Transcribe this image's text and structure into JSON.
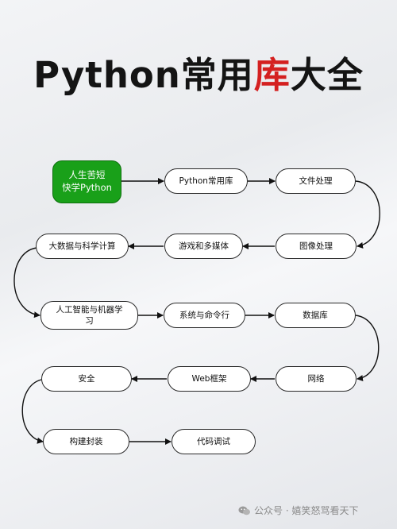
{
  "title": {
    "part1": "Python常用",
    "highlight": "库",
    "part2": "大全"
  },
  "nodes": {
    "start": "人生苦短\n快学Python",
    "python_libs": "Python常用库",
    "file_processing": "文件处理",
    "image_processing": "图像处理",
    "games_multimedia": "游戏和多媒体",
    "big_data_science": "大数据与科学计算",
    "ai_ml": "人工智能与机器学\n习",
    "system_cli": "系统与命令行",
    "database": "数据库",
    "network": "网络",
    "web_framework": "Web框架",
    "security": "安全",
    "build_package": "构建封装",
    "debugging": "代码调试"
  },
  "watermark": "公众号 · 嬉笑怒骂看天下",
  "colors": {
    "highlight": "#d42020",
    "start_node": "#19a019"
  }
}
